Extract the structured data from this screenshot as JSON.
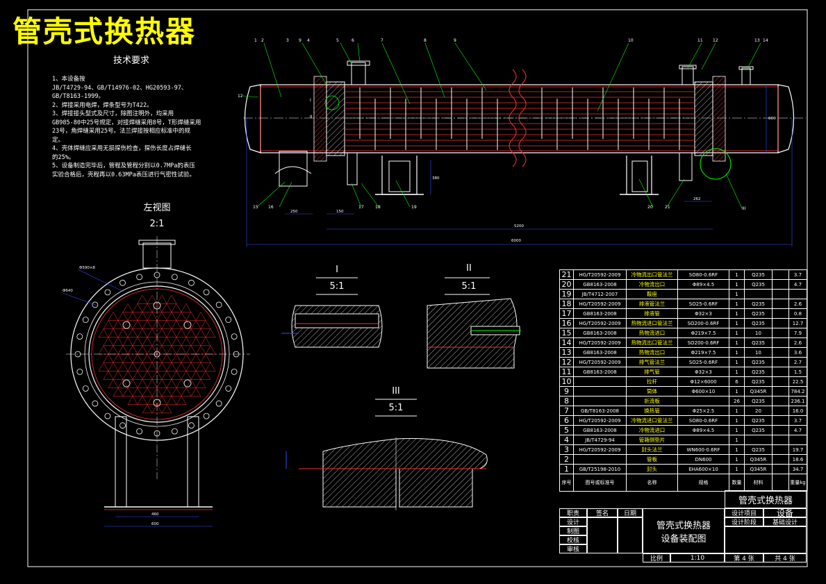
{
  "drawing": {
    "main_title": "管壳式换热器",
    "tech_req_title": "技术要求",
    "tech_req_lines": [
      "1、本设备按",
      "JB/T4729-94、GB/T14976-02、HG20593-97、",
      "GB/T8163-1999。",
      "2、焊接采用电焊，焊条型号为T422。",
      "3、焊接接头型式及尺寸，除图注明外，均采用",
      "GB985-80中25号规定，对接焊缝采用8号，T形焊缝采用",
      "23号，角焊缝采用25号。法兰焊接按相应标准中的规",
      "定。",
      "4、壳体焊缝应采用无损探伤检查，探伤长度占焊缝长",
      "的25%。",
      "5、设备制造完毕后，管程及管程分别以0.7MPa的表压",
      "实验合格后，壳程再以0.63MPa表压进行气密性试验。"
    ],
    "left_view_label": "左视图",
    "left_view_scale": "2:1",
    "detail_I_label": "I",
    "detail_I_scale": "5:1",
    "detail_II_label": "II",
    "detail_II_scale": "5:1",
    "detail_III_label": "III",
    "detail_III_scale": "5:1"
  },
  "bom": {
    "rows": [
      {
        "no": "21",
        "code": "HG/T20592-2009",
        "name": "冷物流出口管法兰",
        "spec": "SO80-0.6RF",
        "qty": "1",
        "material": "Q235",
        "weight": "3.7"
      },
      {
        "no": "20",
        "code": "GB8163-2008",
        "name": "冷物流出口",
        "spec": "Φ89×4.5",
        "qty": "1",
        "material": "Q235",
        "weight": "4.7"
      },
      {
        "no": "19",
        "code": "JB/T4712-2007",
        "name": "鞍座",
        "spec": "",
        "qty": "1",
        "material": "",
        "weight": ""
      },
      {
        "no": "18",
        "code": "HG/T20592-2009",
        "name": "排液管法兰",
        "spec": "SO25-0.6RF",
        "qty": "1",
        "material": "Q235",
        "weight": "2.6"
      },
      {
        "no": "17",
        "code": "GB8163-2008",
        "name": "排液管",
        "spec": "Φ32×3",
        "qty": "1",
        "material": "Q235",
        "weight": "0.8"
      },
      {
        "no": "16",
        "code": "HG/T20592-2009",
        "name": "热物流进口管法兰",
        "spec": "SO200-0.6RF",
        "qty": "1",
        "material": "Q235",
        "weight": "12.7"
      },
      {
        "no": "15",
        "code": "GB8163-2008",
        "name": "热物流进口",
        "spec": "Φ219×7.5",
        "qty": "1",
        "material": "10",
        "weight": "7.9"
      },
      {
        "no": "14",
        "code": "HG/T20592-2009",
        "name": "热物流出口管法兰",
        "spec": "SO200-0.6RF",
        "qty": "1",
        "material": "Q235",
        "weight": "2.6"
      },
      {
        "no": "13",
        "code": "GB8163-2008",
        "name": "热物流出口",
        "spec": "Φ219×7.5",
        "qty": "1",
        "material": "10",
        "weight": "3.6"
      },
      {
        "no": "12",
        "code": "HG/T20592-2009",
        "name": "排气管法兰",
        "spec": "SO25-0.6RF",
        "qty": "1",
        "material": "Q235",
        "weight": "2.7"
      },
      {
        "no": "11",
        "code": "GB8163-2008",
        "name": "排气管",
        "spec": "Φ32×3",
        "qty": "1",
        "material": "Q235",
        "weight": "1.5"
      },
      {
        "no": "10",
        "code": "",
        "name": "拉杆",
        "spec": "Φ12×6000",
        "qty": "6",
        "material": "Q235",
        "weight": "22.5"
      },
      {
        "no": "9",
        "code": "",
        "name": "筒体",
        "spec": "Φ600×10",
        "qty": "1",
        "material": "Q345R",
        "weight": "784.2"
      },
      {
        "no": "8",
        "code": "",
        "name": "折流板",
        "spec": "",
        "qty": "26",
        "material": "Q235",
        "weight": "236.1"
      },
      {
        "no": "7",
        "code": "GB/T8163-2008",
        "name": "换热管",
        "spec": "Φ25×2.5",
        "qty": "1",
        "material": "20",
        "weight": "16.0"
      },
      {
        "no": "6",
        "code": "HG/T20592-2009",
        "name": "冷物流进口管法兰",
        "spec": "SO80-0.6RF",
        "qty": "1",
        "material": "Q235",
        "weight": "3.7"
      },
      {
        "no": "5",
        "code": "GB8163-2008",
        "name": "冷物流进口",
        "spec": "Φ89×4.5",
        "qty": "1",
        "material": "Q235",
        "weight": "4.7"
      },
      {
        "no": "4",
        "code": "JB/T4729-94",
        "name": "管箱侧垫片",
        "spec": "",
        "qty": "1",
        "material": "",
        "weight": ""
      },
      {
        "no": "3",
        "code": "HG/T20592-2009",
        "name": "封头法兰",
        "spec": "WN600-0.6RF",
        "qty": "1",
        "material": "Q235",
        "weight": "19.7"
      },
      {
        "no": "2",
        "code": "",
        "name": "管板",
        "spec": "DN600",
        "qty": "1",
        "material": "Q345R",
        "weight": "18.6"
      },
      {
        "no": "1",
        "code": "GB/T25198-2010",
        "name": "封头",
        "spec": "EHA600×10",
        "qty": "1",
        "material": "Q345R",
        "weight": "34.7"
      }
    ],
    "header": {
      "no": "序号",
      "code": "图号或标准号",
      "name": "名称",
      "spec": "规格",
      "qty": "数量",
      "material": "材料",
      "weight": "重量kg"
    }
  },
  "title_block": {
    "project": "管壳式换热器",
    "drawing_name_1": "管壳式换热器",
    "drawing_name_2": "设备装配图",
    "role_label": "职责",
    "sign_label": "签名",
    "date_label": "日期",
    "roles": [
      "设计",
      "制图",
      "校核",
      "审核"
    ],
    "design_project_label": "设计项目",
    "design_project_value": "设备",
    "design_stage_label": "设计阶段",
    "design_stage_value": "基础设计",
    "scale_label": "比例",
    "scale_value": "1:10",
    "sheet_no": "第 4 张",
    "sheet_total": "共 4 张"
  },
  "colors": {
    "background": "#000000",
    "line": "#ffffff",
    "accent": "#ffff00",
    "shell": "#ff3030",
    "dimension": "#3050ff",
    "leader": "#00ff00",
    "magenta": "#ff00ff"
  }
}
